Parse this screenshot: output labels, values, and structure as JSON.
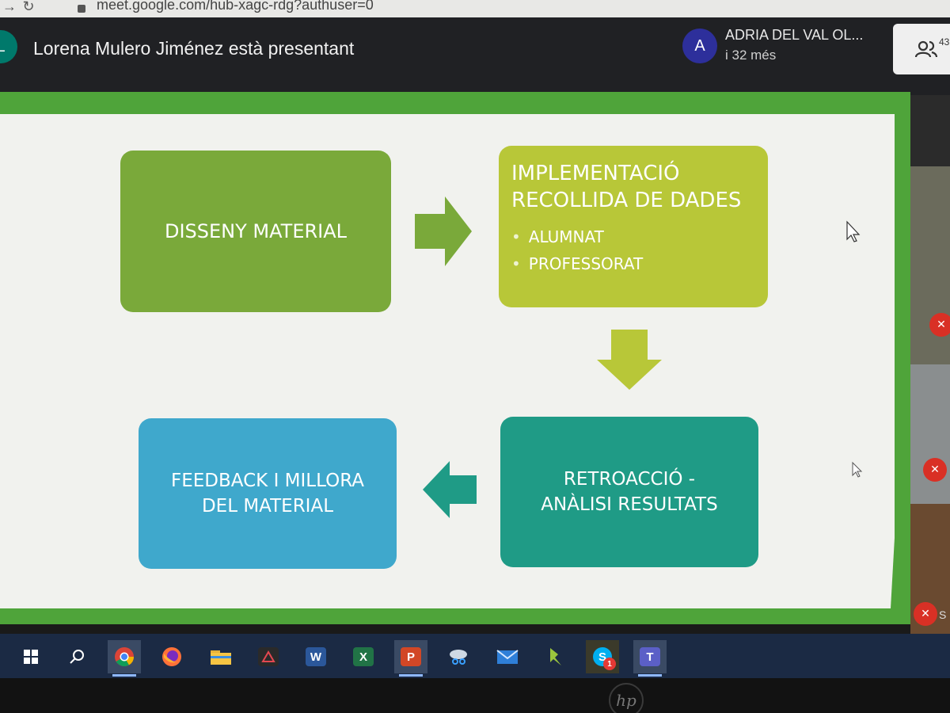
{
  "browser": {
    "url": "meet.google.com/hub-xagc-rdg?authuser=0"
  },
  "meet": {
    "presenter_initial": "L",
    "presenter_text": "Lorena Mulero Jiménez està presentant",
    "participant_initial": "A",
    "participant_name": "ADRIA DEL VAL OL...",
    "participant_more": "i 32 més",
    "people_count": "43"
  },
  "slide": {
    "box1": "DISSENY MATERIAL",
    "box2_title_line1": "IMPLEMENTACIÓ",
    "box2_title_line2": "RECOLLIDA DE DADES",
    "box2_items": [
      "ALUMNAT",
      "PROFESSORAT"
    ],
    "box3_line1": "RETROACCIÓ -",
    "box3_line2": "ANÀLISI RESULTATS",
    "box4_line1": "FEEDBACK I MILLORA",
    "box4_line2": "DEL MATERIAL"
  },
  "side_tiles": {
    "letter": "S"
  },
  "taskbar": {
    "items": [
      {
        "name": "Start",
        "glyph": "windows-icon"
      },
      {
        "name": "Search",
        "glyph": "search-icon"
      },
      {
        "name": "Chrome",
        "glyph": "chrome-icon"
      },
      {
        "name": "Firefox",
        "glyph": "firefox-icon"
      },
      {
        "name": "File Explorer",
        "glyph": "folder-icon"
      },
      {
        "name": "Acrobat",
        "glyph": "acrobat-icon"
      },
      {
        "name": "Word",
        "glyph": "word-icon",
        "label": "W"
      },
      {
        "name": "Excel",
        "glyph": "excel-icon",
        "label": "X"
      },
      {
        "name": "PowerPoint",
        "glyph": "powerpoint-icon",
        "label": "P"
      },
      {
        "name": "Snipping",
        "glyph": "scissors-icon"
      },
      {
        "name": "Mail",
        "glyph": "mail-icon"
      },
      {
        "name": "Pin tool",
        "glyph": "pin-icon"
      },
      {
        "name": "Skype",
        "glyph": "skype-icon",
        "label": "S",
        "badge": "1"
      },
      {
        "name": "Teams",
        "glyph": "teams-icon",
        "label": "T"
      }
    ]
  },
  "monitor": {
    "brand": "hp"
  },
  "colors": {
    "meet_dark": "#202124",
    "slide_frame_green": "#4fa43a",
    "box_green": "#7aa93a",
    "box_lime": "#b8c738",
    "box_teal": "#1f9b86",
    "box_blue": "#3fa8cc",
    "taskbar": "#1b2a44"
  }
}
